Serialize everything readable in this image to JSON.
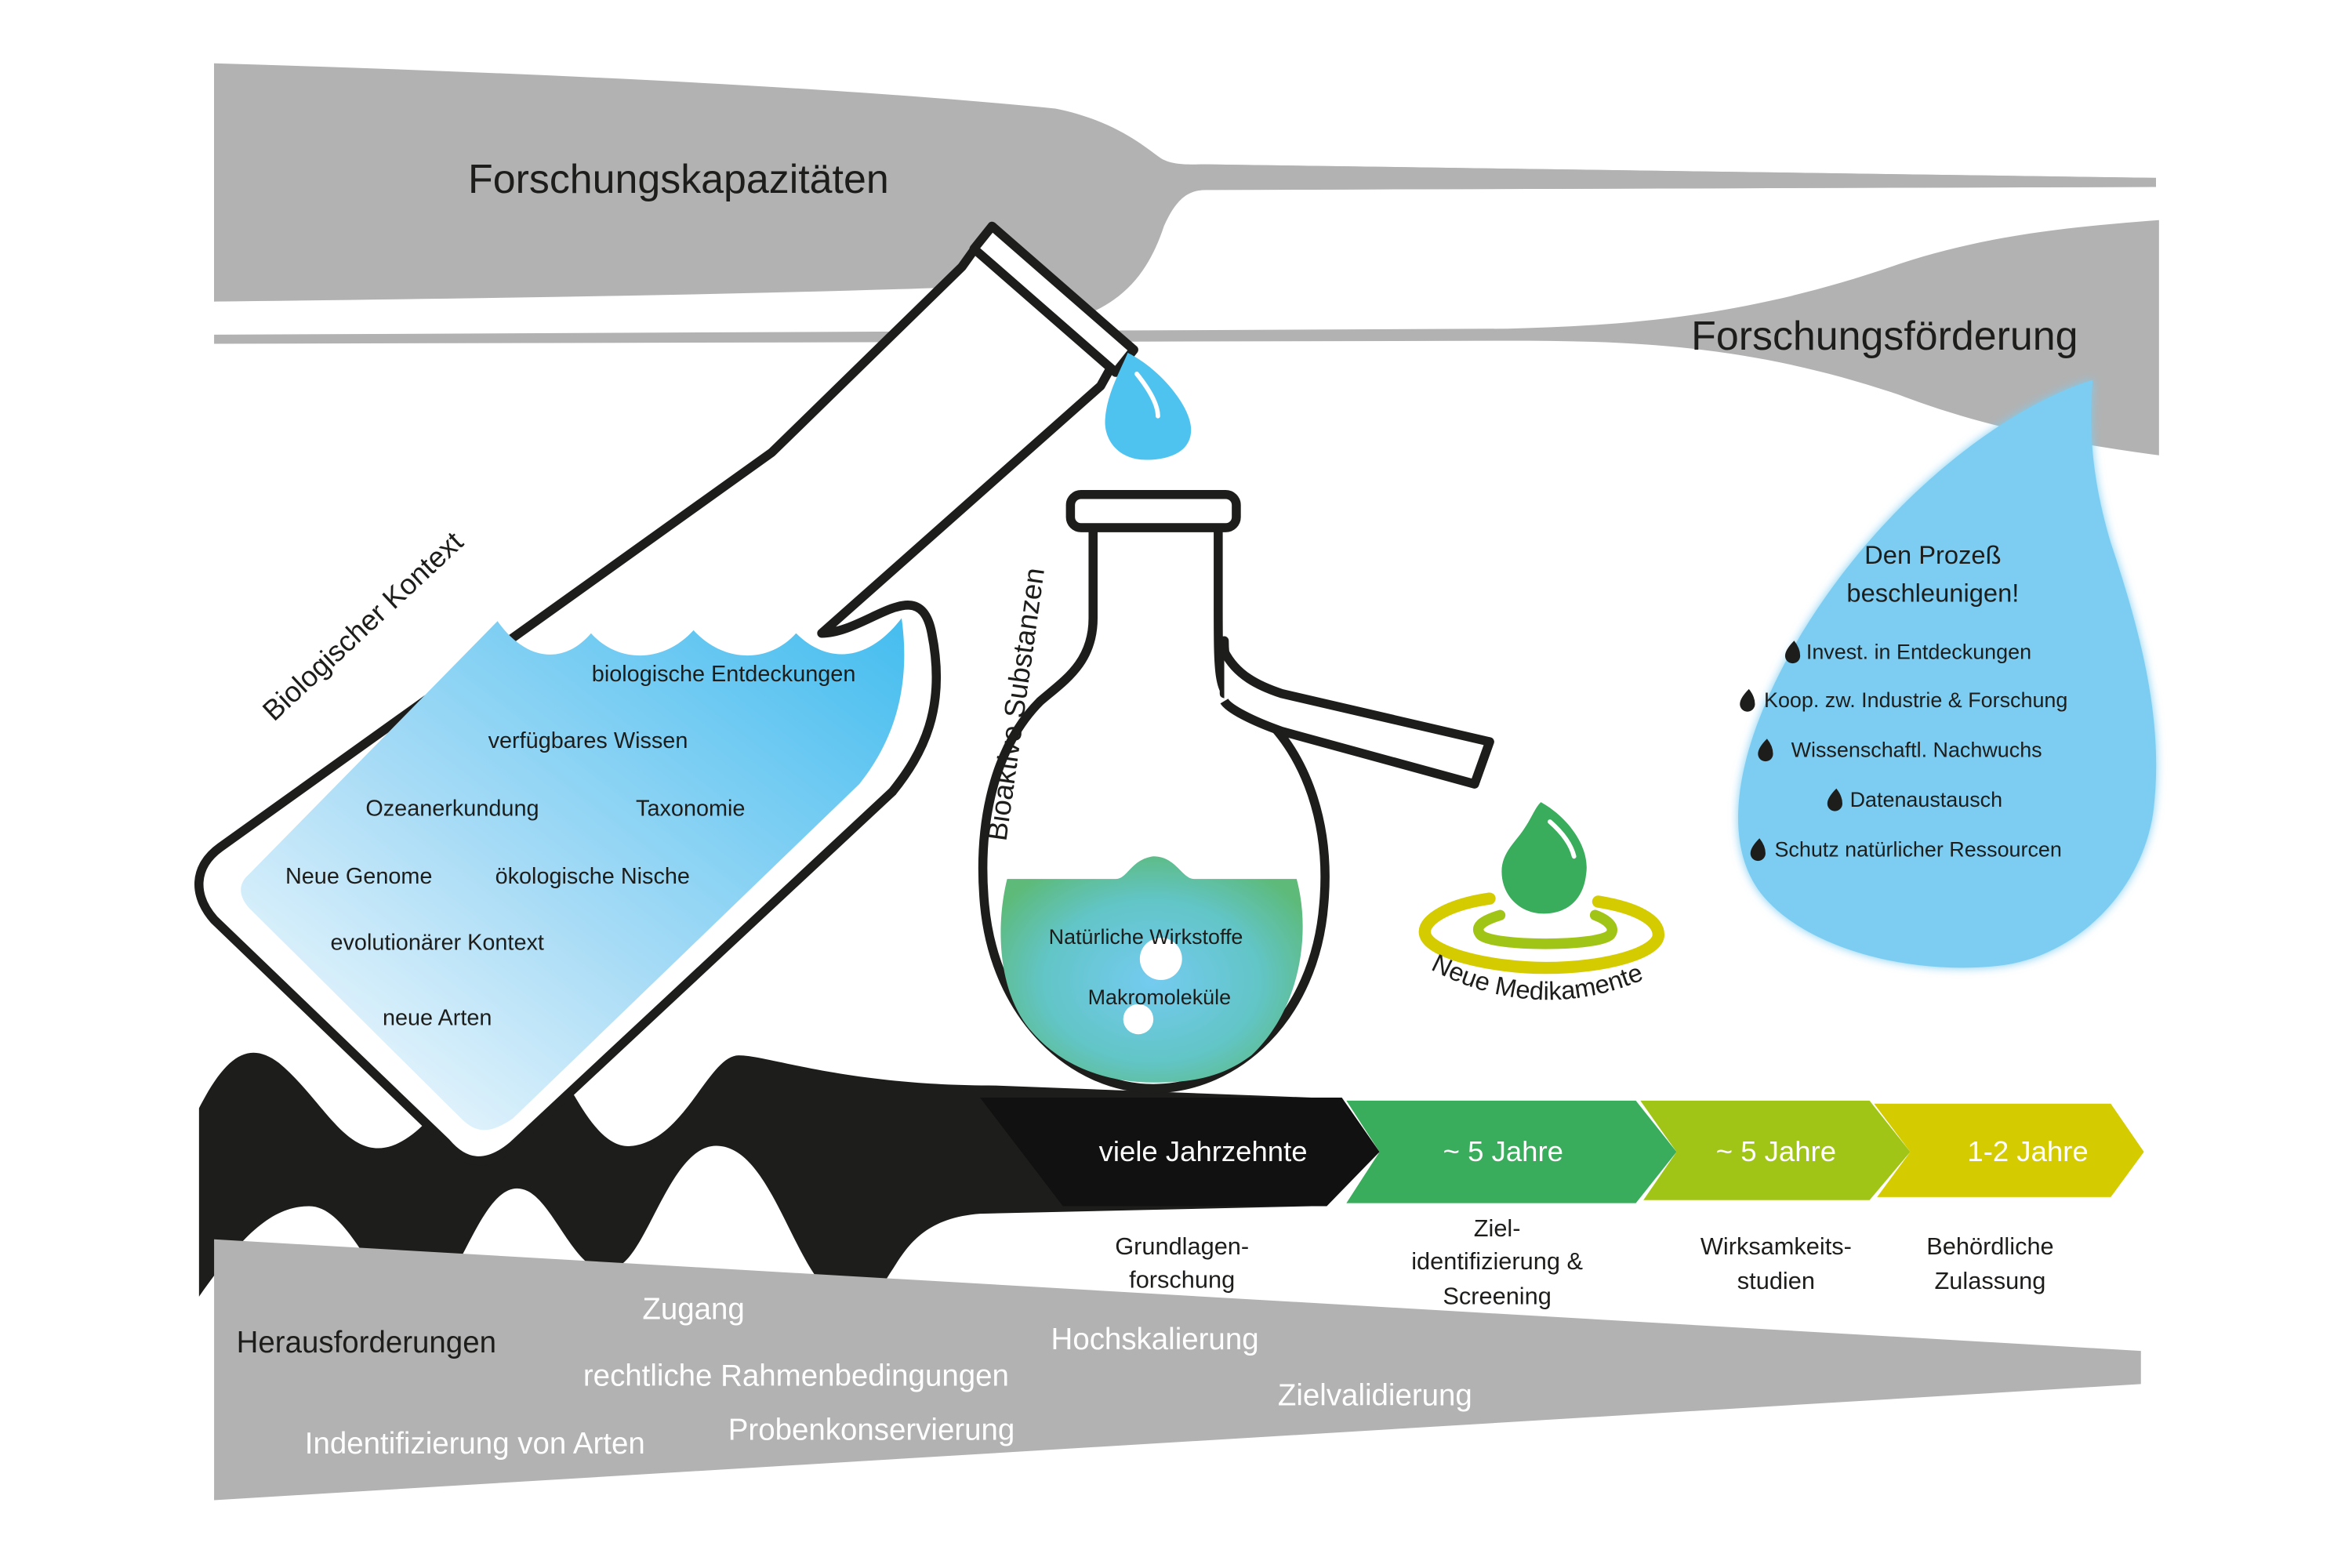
{
  "colors": {
    "gray_band": "#b2b2b2",
    "outline": "#1d1d1b",
    "water_blue": "#4fc3f0",
    "drop_panel_blue": "#7dcdf2",
    "green": "#3aad5c",
    "lime": "#a1c517",
    "yellow": "#d4cc00",
    "black_arrow": "#111111"
  },
  "top_bands": {
    "capacities_label": "Forschungskapazitäten",
    "funding_label": "Forschungsförderung"
  },
  "bottle": {
    "label": "Biologischer Kontext",
    "items": [
      "biologische Entdeckungen",
      "verfügbares Wissen",
      "Ozeanerkundung",
      "Taxonomie",
      "Neue Genome",
      "ökologische Nische",
      "evolutionärer Kontext",
      "neue Arten"
    ]
  },
  "flask": {
    "label": "Bioaktive Substanzen",
    "items": [
      "Natürliche Wirkstoffe",
      "Makromoleküle"
    ]
  },
  "medicine": {
    "label": "Neue Medikamente",
    "icon": "green-drop-ripple-icon"
  },
  "accelerate_panel": {
    "title_line1": "Den Prozeß",
    "title_line2": "beschleunigen!",
    "bullet_icon": "drop-icon",
    "items": [
      "Invest. in Entdeckungen",
      "Koop. zw. Industrie & Forschung",
      "Wissenschaftl. Nachwuchs",
      "Datenaustausch",
      "Schutz natürlicher Ressourcen"
    ]
  },
  "timeline": {
    "stages": [
      {
        "duration": "viele Jahrzehnte",
        "phase_line1": "Grundlagen-",
        "phase_line2": "forschung",
        "phase_line3": ""
      },
      {
        "duration": "~ 5 Jahre",
        "phase_line1": "Ziel-",
        "phase_line2": "identifizierung &",
        "phase_line3": "Screening"
      },
      {
        "duration": "~ 5 Jahre",
        "phase_line1": "Wirksamkeits-",
        "phase_line2": "studien",
        "phase_line3": ""
      },
      {
        "duration": "1-2 Jahre",
        "phase_line1": "Behördliche",
        "phase_line2": "Zulassung",
        "phase_line3": ""
      }
    ]
  },
  "challenges": {
    "label": "Herausforderungen",
    "items": [
      "Zugang",
      "rechtliche Rahmenbedingungen",
      "Indentifizierung von Arten",
      "Probenkonservierung",
      "Hochskalierung",
      "Zielvalidierung"
    ]
  }
}
